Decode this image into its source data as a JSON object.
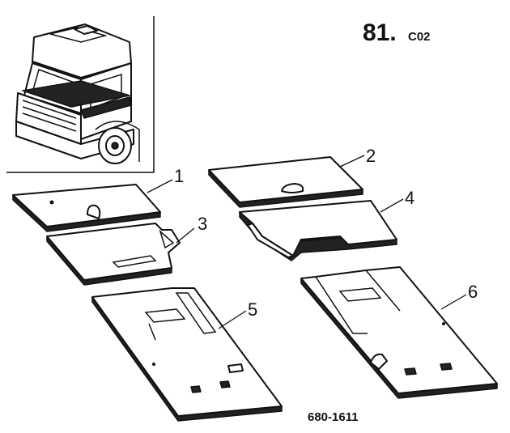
{
  "diagram": {
    "catalog_section": "81.",
    "catalog_subsection": "C02",
    "drawing_number": "680-1611",
    "part_callouts": [
      "1",
      "2",
      "3",
      "4",
      "5",
      "6"
    ]
  }
}
